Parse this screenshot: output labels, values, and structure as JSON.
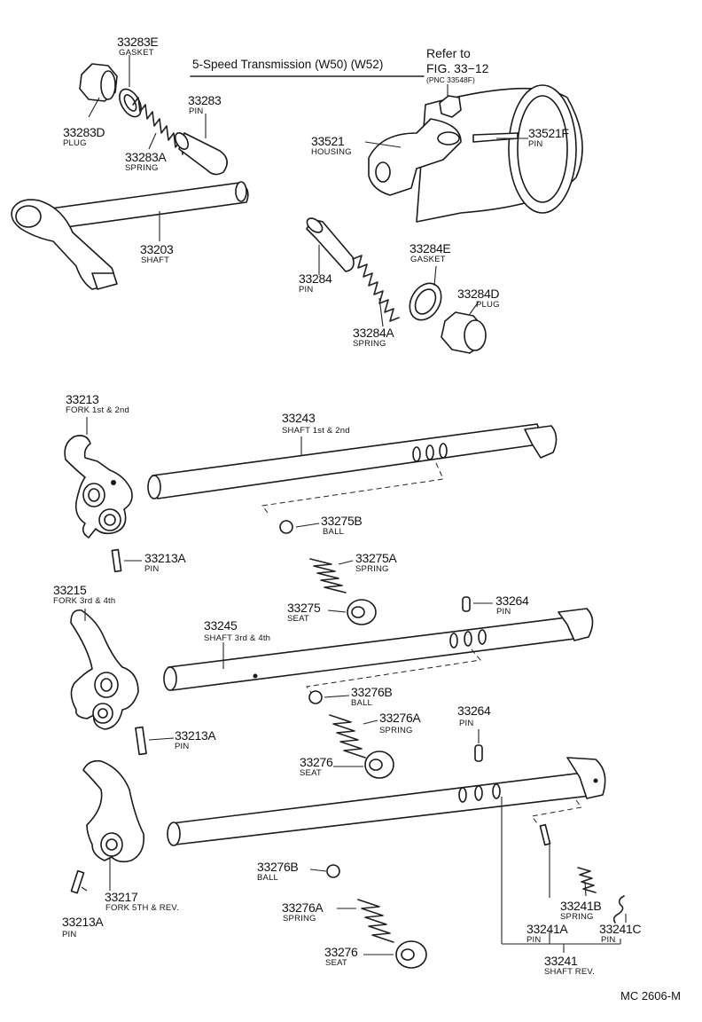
{
  "header": {
    "title": "5-Speed Transmission (W50) (W52)",
    "refer_line1": "Refer to",
    "refer_line2": "FIG. 33−12",
    "refer_line3": "(PNC 33548F)"
  },
  "parts": [
    {
      "number": "33283E",
      "name": "GASKET"
    },
    {
      "number": "33283D",
      "name": "PLUG"
    },
    {
      "number": "33283",
      "name": "PIN"
    },
    {
      "number": "33283A",
      "name": "SPRING"
    },
    {
      "number": "33203",
      "name": "SHAFT"
    },
    {
      "number": "33521",
      "name": "HOUSING"
    },
    {
      "number": "33521F",
      "name": "PIN"
    },
    {
      "number": "33284",
      "name": "PIN"
    },
    {
      "number": "33284E",
      "name": "GASKET"
    },
    {
      "number": "33284D",
      "name": "PLUG"
    },
    {
      "number": "33284A",
      "name": "SPRING"
    },
    {
      "number": "33213",
      "name": "FORK 1st & 2nd"
    },
    {
      "number": "33243",
      "name": "SHAFT   1st & 2nd"
    },
    {
      "number": "33275B",
      "name": "BALL"
    },
    {
      "number": "33213A",
      "name": "PIN"
    },
    {
      "number": "33275A",
      "name": "SPRING"
    },
    {
      "number": "33215",
      "name": "FORK 3rd & 4th"
    },
    {
      "number": "33275",
      "name": "SEAT"
    },
    {
      "number": "33264",
      "name": "PIN"
    },
    {
      "number": "33245",
      "name": "SHAFT   3rd & 4th"
    },
    {
      "number": "33276B",
      "name": "BALL"
    },
    {
      "number": "33276A",
      "name": "SPRING"
    },
    {
      "number": "33264",
      "name": "PIN"
    },
    {
      "number": "33213A",
      "name": "PIN"
    },
    {
      "number": "33276",
      "name": "SEAT"
    },
    {
      "number": "33276B",
      "name": "BALL"
    },
    {
      "number": "33217",
      "name": "FORK 5TH & REV."
    },
    {
      "number": "33213A",
      "name": "PIN"
    },
    {
      "number": "33276A",
      "name": "SPRING"
    },
    {
      "number": "33241B",
      "name": "SPRING"
    },
    {
      "number": "33241A",
      "name": "PIN"
    },
    {
      "number": "33241C",
      "name": "PIN"
    },
    {
      "number": "33276",
      "name": "SEAT"
    },
    {
      "number": "33241",
      "name": "SHAFT REV."
    }
  ],
  "footer": {
    "code": "MC 2606-M"
  }
}
